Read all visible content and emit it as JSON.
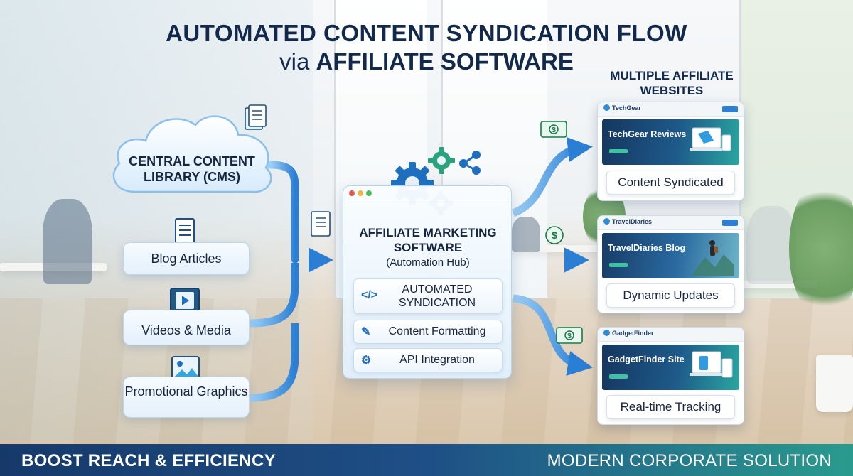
{
  "title": {
    "line1": "AUTOMATED CONTENT SYNDICATION FLOW",
    "line2_prefix": "via ",
    "line2_bold": "AFFILIATE SOFTWARE"
  },
  "source": {
    "cloud_label": "CENTRAL CONTENT LIBRARY (CMS)",
    "items": [
      {
        "label": "Blog Articles",
        "icon": "document-icon"
      },
      {
        "label": "Videos & Media",
        "icon": "video-play-icon"
      },
      {
        "label": "Promotional Graphics",
        "icon": "image-icon"
      }
    ]
  },
  "hub": {
    "name": "AFFILIATE MARKETING SOFTWARE",
    "subtitle": "(Automation Hub)",
    "features": [
      {
        "label": "AUTOMATED SYNDICATION",
        "icon": "code-brackets-icon"
      },
      {
        "label": "Content Formatting",
        "icon": "edit-icon"
      },
      {
        "label": "API Integration",
        "icon": "gear-icon"
      }
    ]
  },
  "destinations": {
    "heading": "MULTIPLE AFFILIATE WEBSITES",
    "sites": [
      {
        "brand": "TechGear",
        "hero_title": "TechGear Reviews",
        "tag": "Content Syndicated"
      },
      {
        "brand": "TravelDiaries",
        "hero_title": "TravelDiaries Blog",
        "tag": "Dynamic Updates"
      },
      {
        "brand": "GadgetFinder",
        "hero_title": "GadgetFinder Site",
        "tag": "Real-time Tracking"
      }
    ]
  },
  "footer": {
    "left": "BOOST REACH & EFFICIENCY",
    "right": "MODERN CORPORATE SOLUTION"
  },
  "colors": {
    "title": "#13294b",
    "flow_arrow": "#2a7fd4",
    "footer_start": "#16396a",
    "footer_end": "#2a9b8e"
  }
}
